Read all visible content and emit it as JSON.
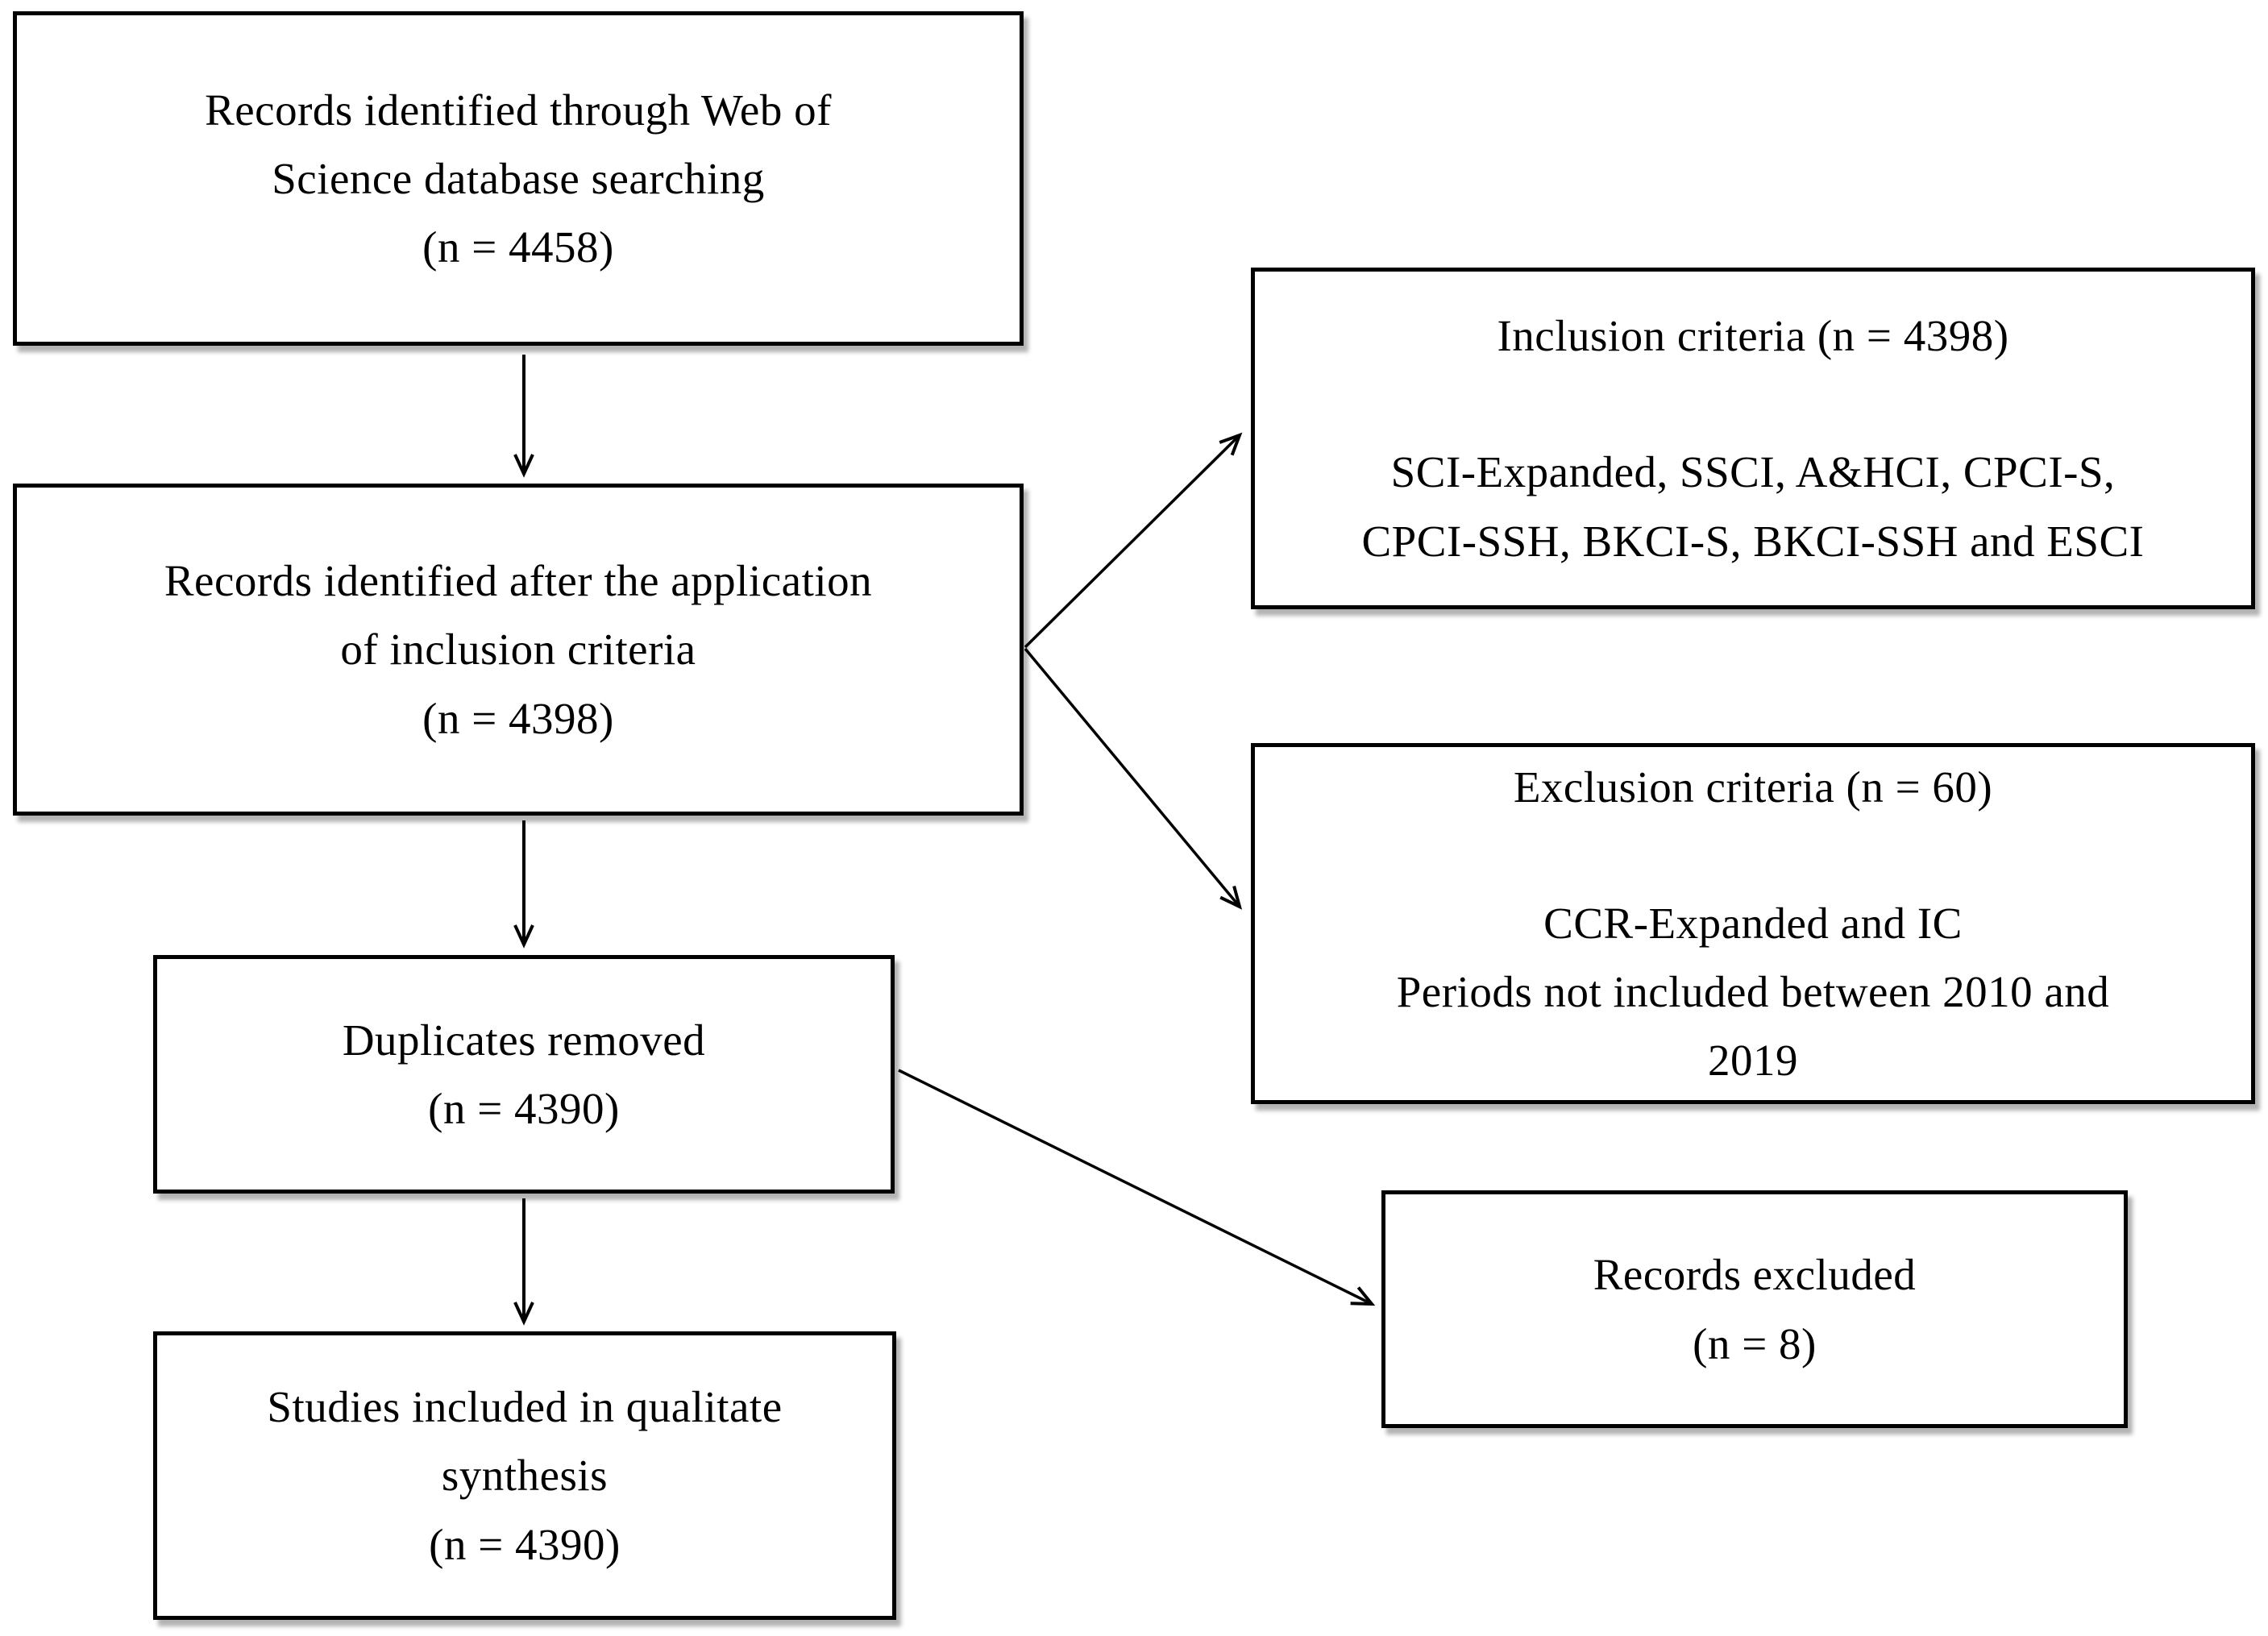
{
  "figure": {
    "background_color": "#ffffff",
    "box_border_color": "#000000",
    "box_fill_color": "#ffffff",
    "text_color": "#000000",
    "shadow_color": "#aaaaaa",
    "arrow_color": "#000000"
  },
  "boxes": {
    "records_identified": {
      "lines": [
        "Records identified through Web of",
        "Science database searching",
        "(n = 4458)"
      ]
    },
    "records_after_inclusion": {
      "lines": [
        "Records identified after the application",
        "of inclusion criteria",
        "(n = 4398)"
      ]
    },
    "inclusion_criteria": {
      "title": "Inclusion criteria (n = 4398)",
      "body_lines": [
        "SCI-Expanded, SSCI, A&HCI, CPCI-S,",
        "CPCI-SSH, BKCI-S, BKCI-SSH and ESCI"
      ]
    },
    "exclusion_criteria": {
      "title": "Exclusion criteria (n = 60)",
      "body_lines": [
        "CCR-Expanded and IC",
        "Periods not included between 2010 and",
        "2019"
      ]
    },
    "duplicates_removed": {
      "lines": [
        "Duplicates removed",
        "(n = 4390)"
      ]
    },
    "records_excluded": {
      "lines": [
        "Records excluded",
        "(n = 8)"
      ]
    },
    "studies_included": {
      "lines": [
        "Studies included in qualitate",
        "synthesis",
        "(n = 4390)"
      ]
    }
  }
}
